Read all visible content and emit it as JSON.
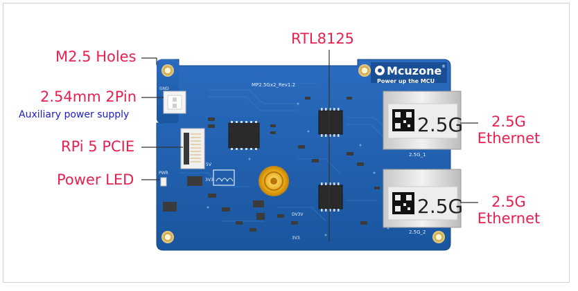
{
  "labels": {
    "m25_holes": "M2.5 Holes",
    "pin_header": "2.54mm 2Pin",
    "aux_power": "Auxiliary power supply",
    "rpi5_pcie": "RPi 5 PCIE",
    "power_led": "Power LED",
    "rtl8125": "RTL8125",
    "eth1_line1": "2.5G",
    "eth1_line2": "Ethernet",
    "eth2_line1": "2.5G",
    "eth2_line2": "Ethernet"
  },
  "board": {
    "brand": "Mcuzone",
    "brand_mark": "®",
    "slogan": "Power up the MCU",
    "model": "MP2.5Gx2_Rev1.2",
    "port1_tag": "2.5G",
    "port1_silk": "2.5G_1",
    "port2_tag": "2.5G",
    "port2_silk": "2.5G_2",
    "gnd_silk": "GND",
    "pwr_silk": "PWR",
    "v33_silk": "3V3",
    "v33_silk_b": "3V3",
    "dv_silk": "DV3V",
    "v5_silk": "5V"
  },
  "colors": {
    "label": "#e8204f",
    "sublabel": "#1a1ad0",
    "pcb": "#1f5fae",
    "pcb_dark": "#184c93"
  }
}
